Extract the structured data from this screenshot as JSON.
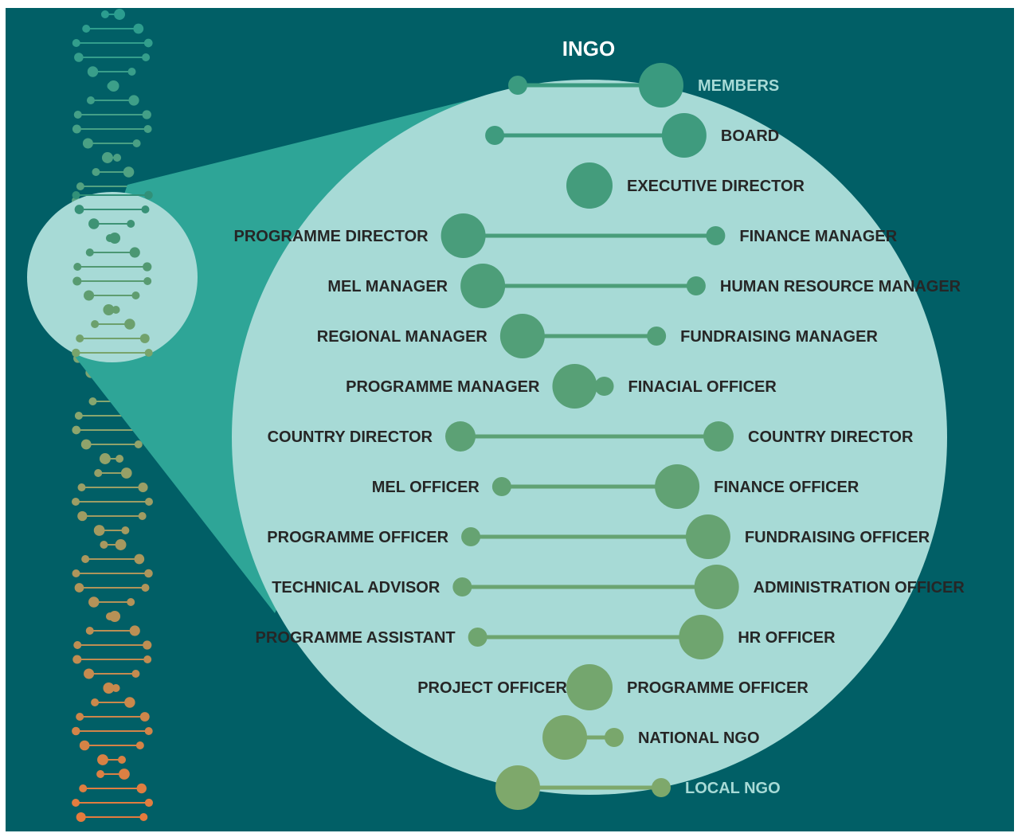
{
  "title": "INGO",
  "colors": {
    "page": "#ffffff",
    "background": "#015f66",
    "magnifier_fill": "#a7dad6",
    "magnifier_cone": "#2ea597",
    "label_dark": "#262626",
    "label_light": "#a7dad6",
    "title_color": "#ffffff",
    "helix_top": "#2a9d8f",
    "helix_mid": "#8aa66e",
    "helix_bottom": "#e87a3c",
    "rung_top": "#3a9a7f",
    "rung_bottom": "#7ea86b"
  },
  "rungs": [
    {
      "left": "",
      "right": "MEMBERS",
      "right_light": true,
      "big": "right"
    },
    {
      "left": "",
      "right": "BOARD",
      "big": "right"
    },
    {
      "left": "",
      "right": "EXECUTIVE DIRECTOR",
      "big": "single"
    },
    {
      "left": "PROGRAMME DIRECTOR",
      "right": "FINANCE MANAGER",
      "big": "left"
    },
    {
      "left": "MEL MANAGER",
      "right": "HUMAN RESOURCE MANAGER",
      "big": "left"
    },
    {
      "left": "REGIONAL MANAGER",
      "right": "FUNDRAISING MANAGER",
      "big": "left"
    },
    {
      "left": "PROGRAMME MANAGER",
      "right": "FINACIAL OFFICER",
      "big": "left"
    },
    {
      "left": "COUNTRY DIRECTOR",
      "right": "COUNTRY DIRECTOR",
      "big": "equal"
    },
    {
      "left": "MEL OFFICER",
      "right": "FINANCE OFFICER",
      "big": "right"
    },
    {
      "left": "PROGRAMME OFFICER",
      "right": "FUNDRAISING OFFICER",
      "big": "right"
    },
    {
      "left": "TECHNICAL ADVISOR",
      "right": "ADMINISTRATION OFFICER",
      "big": "right"
    },
    {
      "left": "PROGRAMME ASSISTANT",
      "right": "HR OFFICER",
      "big": "right"
    },
    {
      "left": "PROJECT OFFICER",
      "right": "PROGRAMME OFFICER",
      "big": "single"
    },
    {
      "left": "",
      "right": "NATIONAL NGO",
      "big": "left"
    },
    {
      "left": "",
      "right": "LOCAL NGO",
      "right_light": true,
      "big": "left"
    }
  ]
}
